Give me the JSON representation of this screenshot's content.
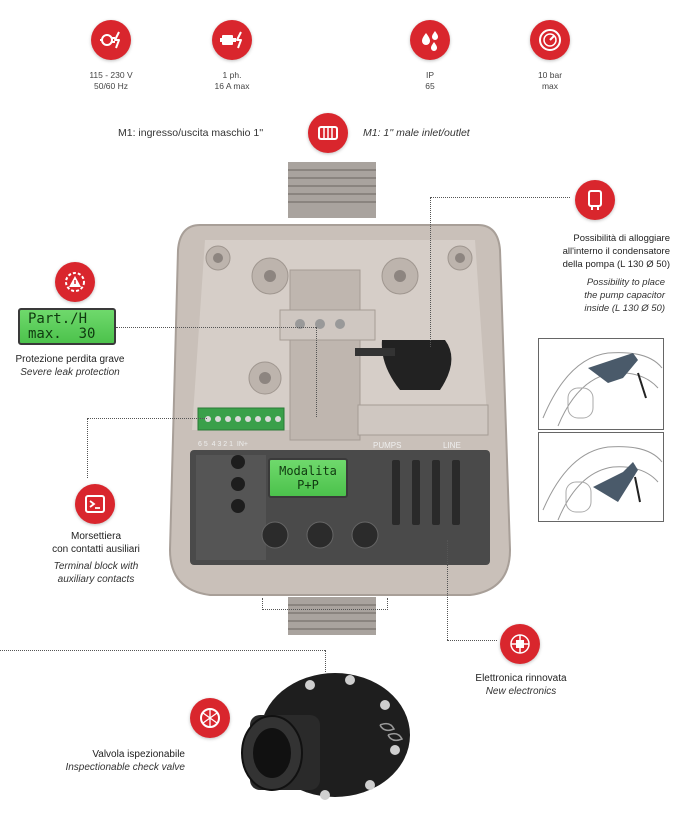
{
  "specs": [
    {
      "line1": "115 - 230 V",
      "line2": "50/60 Hz",
      "icon": "plug-lightning-icon"
    },
    {
      "line1": "1 ph.",
      "line2": "16 A max",
      "icon": "motor-lightning-icon"
    },
    {
      "line1": "IP",
      "line2": "65",
      "icon": "water-drops-icon"
    },
    {
      "line1": "10 bar",
      "line2": "max",
      "icon": "gauge-icon"
    }
  ],
  "inlet": {
    "it": "M1: ingresso/uscita maschio 1''",
    "en": "M1: 1'' male inlet/outlet"
  },
  "capacitor": {
    "it": [
      "Possibilità di alloggiare",
      "all'interno il condensatore",
      "della pompa (L 130  Ø 50)"
    ],
    "en": [
      "Possibility to place",
      "the pump capacitor",
      "inside (L 130  Ø 50)"
    ]
  },
  "leak": {
    "it": "Protezione perdita grave",
    "en": "Severe leak protection",
    "lcd1": "Part./H",
    "lcd2": "max.  30"
  },
  "terminal": {
    "it": [
      "Morsettiera",
      "con contatti ausiliari"
    ],
    "en": [
      "Terminal block with",
      "auxiliary contacts"
    ]
  },
  "electronics": {
    "it": "Elettronica rinnovata",
    "en": "New electronics"
  },
  "valve": {
    "it": "Valvola ispezionabile",
    "en": "Inspectionable check valve"
  },
  "device": {
    "lcd1": "Modalita",
    "lcd2": "P+P",
    "pumps_label": "PUMPS",
    "line_label": "LINE",
    "terminal_numbers": "6 5  4 3 2 1  IN+"
  },
  "colors": {
    "brand_red": "#d9262d",
    "lcd_green": "#5ccf5a",
    "body_beige": "#c9c0b9",
    "panel_dark": "#4a4a4a"
  }
}
